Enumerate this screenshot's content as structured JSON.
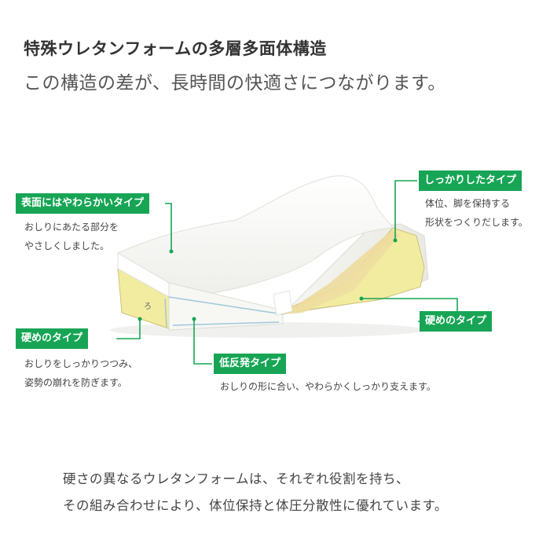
{
  "header": {
    "title": "特殊ウレタンフォームの多層多面体構造",
    "subtitle": "この構造の差が、長時間の快適さにつながります。"
  },
  "callouts": {
    "surface_soft": {
      "label": "表面にはやわらかいタイプ",
      "desc_line1": "おしりにあたる部分を",
      "desc_line2": "やさしくしました。"
    },
    "firm_left": {
      "label": "硬めのタイプ",
      "desc_line1": "おしりをしっかりつつみ、",
      "desc_line2": "姿勢の崩れを防ぎます。"
    },
    "low_rebound": {
      "label": "低反発タイプ",
      "desc_line1": "おしりの形に合い、やわらかくしっかり支えます。"
    },
    "firm_support": {
      "label": "しっかりしたタイプ",
      "desc_line1": "体位、脚を保持する",
      "desc_line2": "形状をつくりだします。"
    },
    "firm_right": {
      "label": "硬めのタイプ"
    }
  },
  "footer": {
    "line1": "硬さの異なるウレタンフォームは、それぞれ役割を持ち、",
    "line2": "その組み合わせにより、体位保持と体圧分散性に優れています。"
  },
  "colors": {
    "accent": "#17a555",
    "foam_yellow": "#f2eca0",
    "foam_dark": "#d9c37a",
    "foam_white": "#fbfbf8"
  }
}
